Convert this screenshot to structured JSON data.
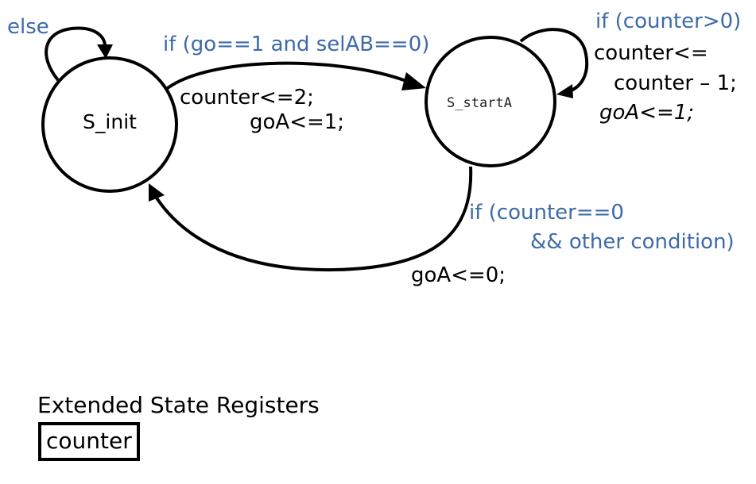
{
  "states": {
    "init": "S_init",
    "startA": "S_startA"
  },
  "transitions": {
    "init_self": {
      "condition": "else"
    },
    "init_to_startA": {
      "condition": "if (go==1 and selAB==0)",
      "action_line1": "counter<=2;",
      "action_line2": "goA<=1;"
    },
    "startA_self": {
      "condition": "if (counter>0)",
      "action_line1": "counter<=",
      "action_line2": "counter – 1;",
      "action_line3": "goA<=1;"
    },
    "startA_to_init": {
      "condition_line1": "if (counter==0",
      "condition_line2": "&& other condition)",
      "action": "goA<=0;"
    }
  },
  "registers": {
    "title": "Extended State Registers",
    "items": [
      "counter"
    ]
  },
  "colors": {
    "condition_text": "#3d6aa8",
    "action_text": "#000000",
    "state_stroke": "#000000"
  }
}
